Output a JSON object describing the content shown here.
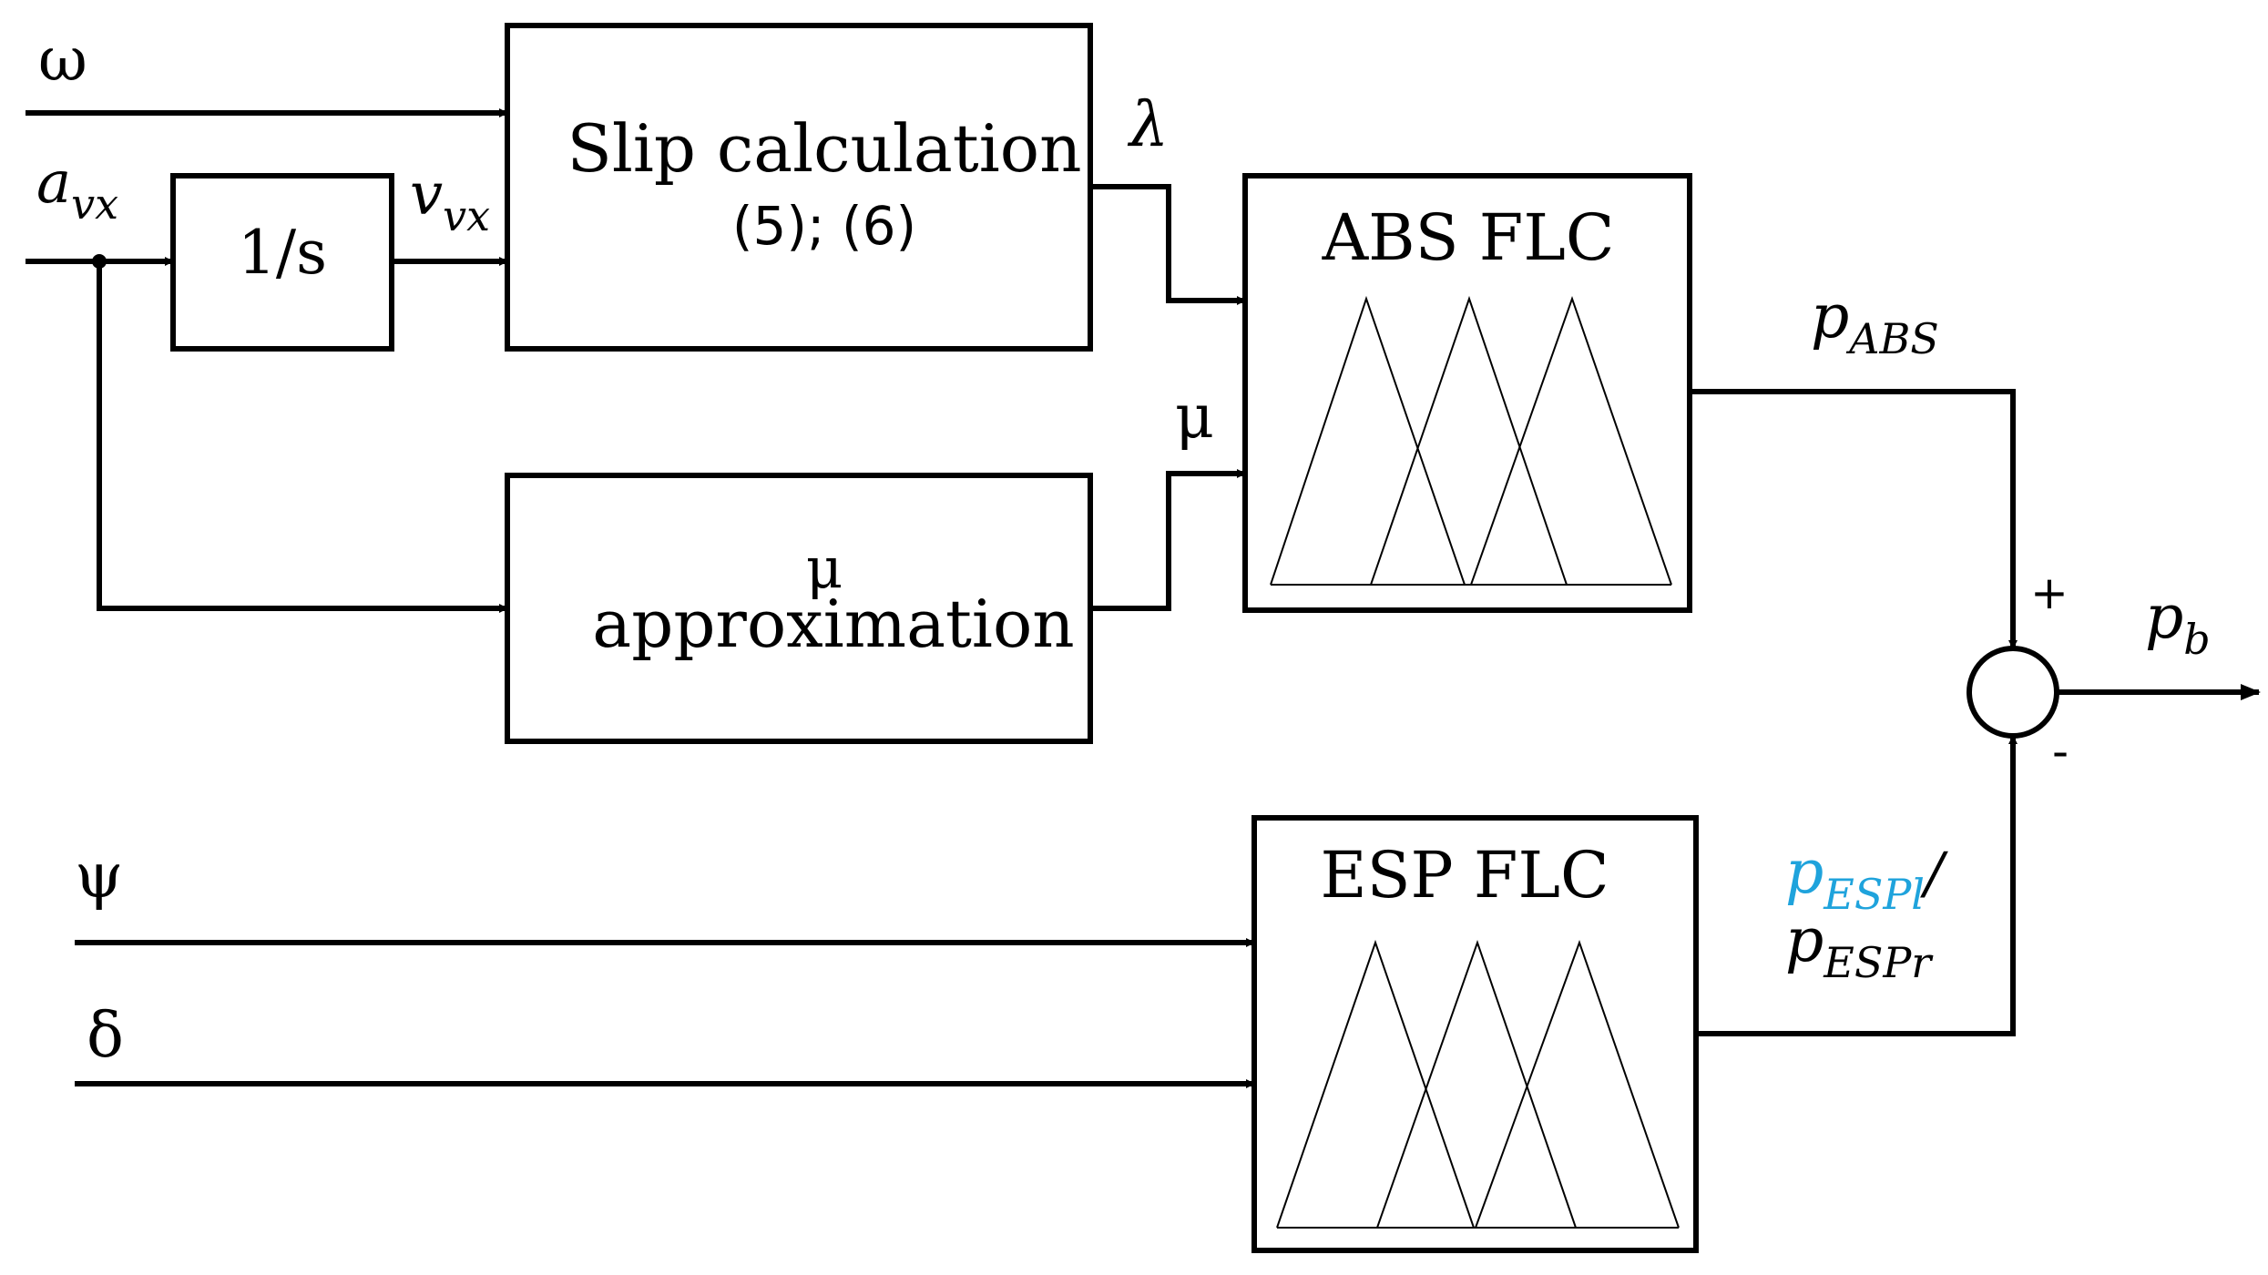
{
  "colors": {
    "line": "#000000",
    "highlight": "#1fa3dc"
  },
  "inputs": {
    "omega": "ω",
    "a": "a",
    "a_sub": "vx",
    "psi": "ψ",
    "delta": "δ"
  },
  "blocks": {
    "integrator": "1/s",
    "slip_line1": "Slip calculation",
    "slip_line2": "(5); (6)",
    "mu_line1": "μ",
    "mu_line2": "approximation",
    "abs_flc": "ABS FLC",
    "esp_flc": "ESP FLC"
  },
  "signals": {
    "v": "v",
    "v_sub": "vx",
    "lambda": "λ",
    "mu": "μ",
    "p_abs": "p",
    "p_abs_sub": "ABS",
    "p_espl": "p",
    "p_espl_sub": "ESPl",
    "slash": "/",
    "p_espr": "p",
    "p_espr_sub": "ESPr",
    "p_b": "p",
    "p_b_sub": "b",
    "plus": "+",
    "minus": "-"
  }
}
